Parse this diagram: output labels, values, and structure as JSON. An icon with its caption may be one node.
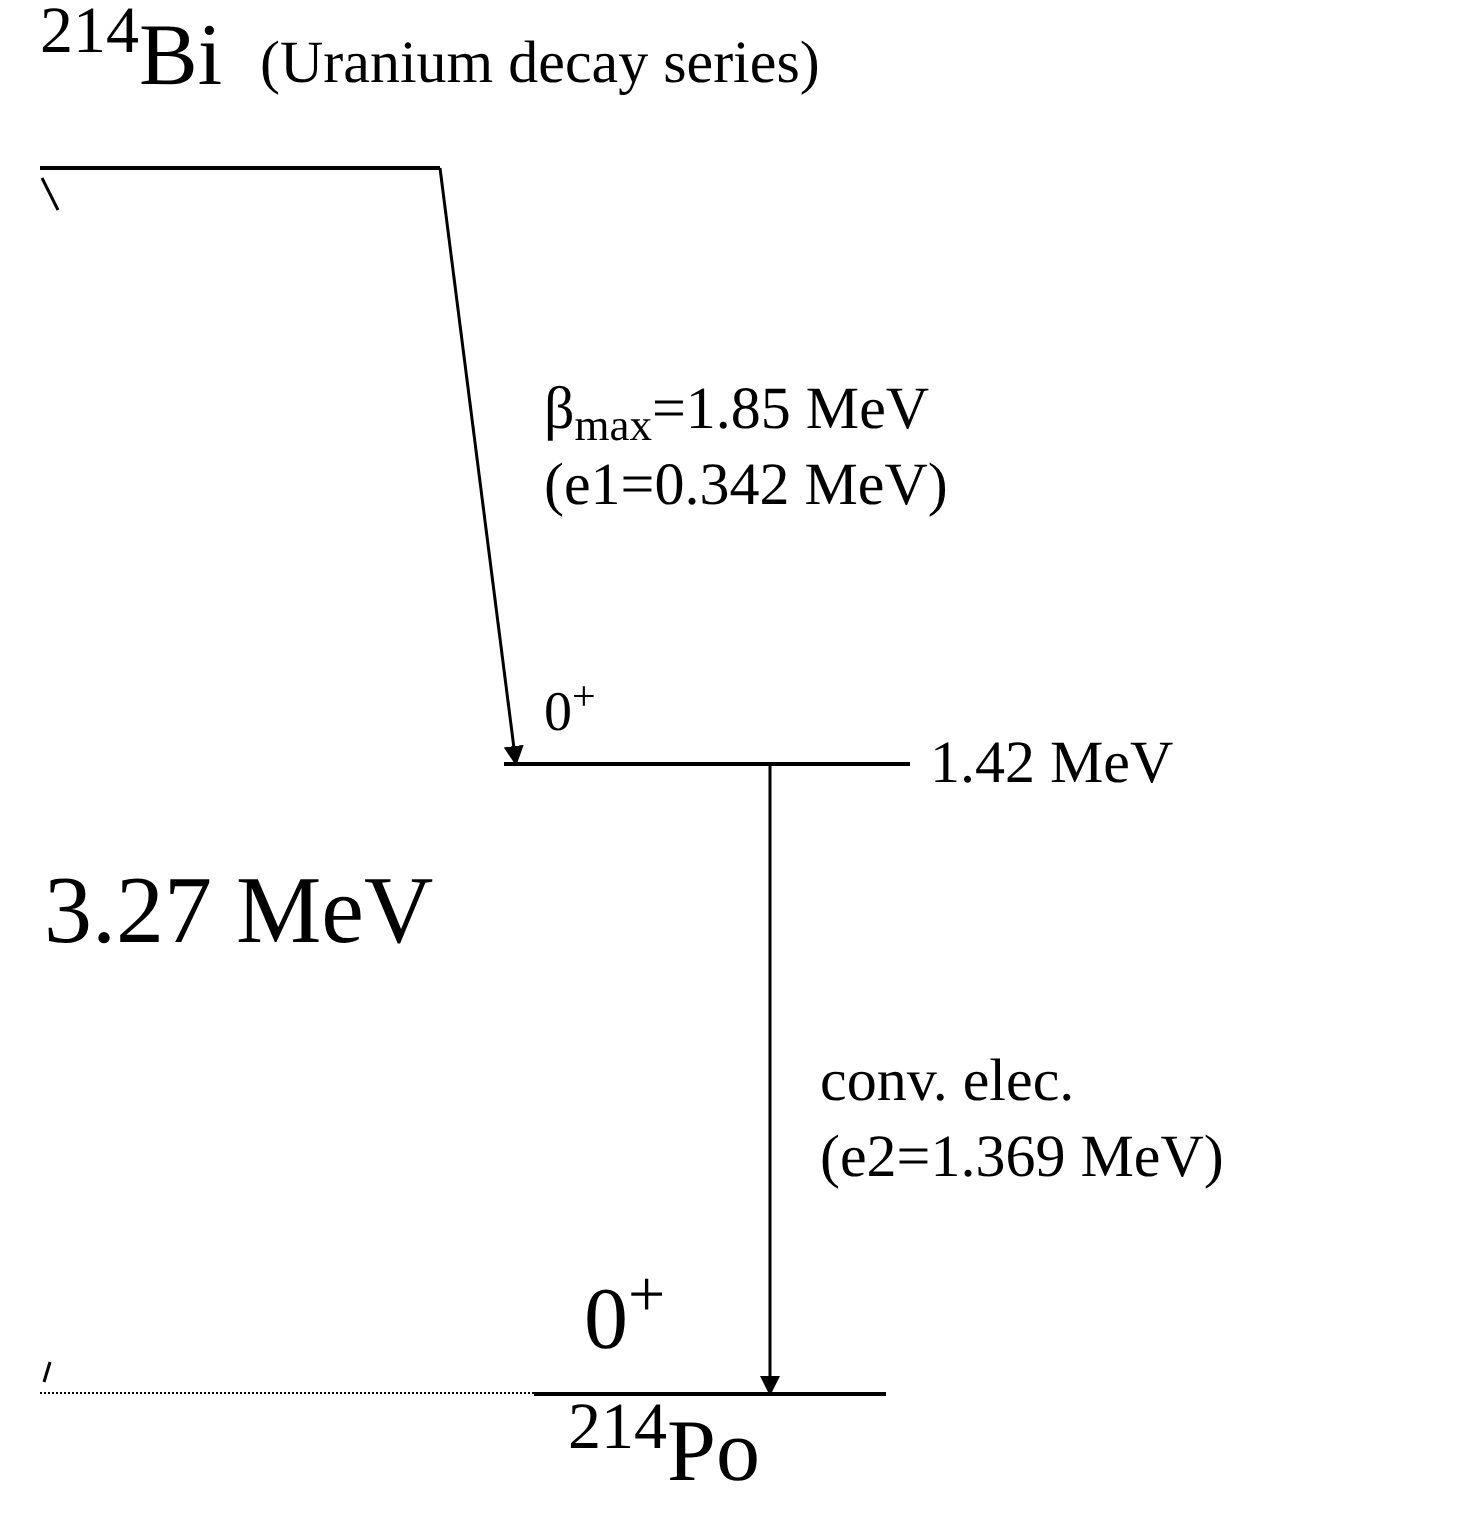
{
  "diagram": {
    "nodes": [
      {
        "text": [
          "$^{214}$Bi",
          "(Uranium decay series)"
        ]
      },
      {
        "text": [
          "0$^{+}$"
        ],
        "beside": [
          "1.42 MeV"
        ]
      },
      {
        "text": [
          "0$^{+}$"
        ],
        "beside": [
          "$^{214}$Po"
        ]
      }
    ],
    "edges": [
      {
        "from": 0,
        "to": 1,
        "arrow": "to",
        "label": "β$_{max}$=1.85 MeV (e1=0.342 MeV)"
      },
      {
        "from": 1,
        "to": 2,
        "arrow": "to",
        "label": "conv. elec. (e2=1.369 MeV)"
      }
    ],
    "labels": [
      "3.27 MeV"
    ]
  }
}
